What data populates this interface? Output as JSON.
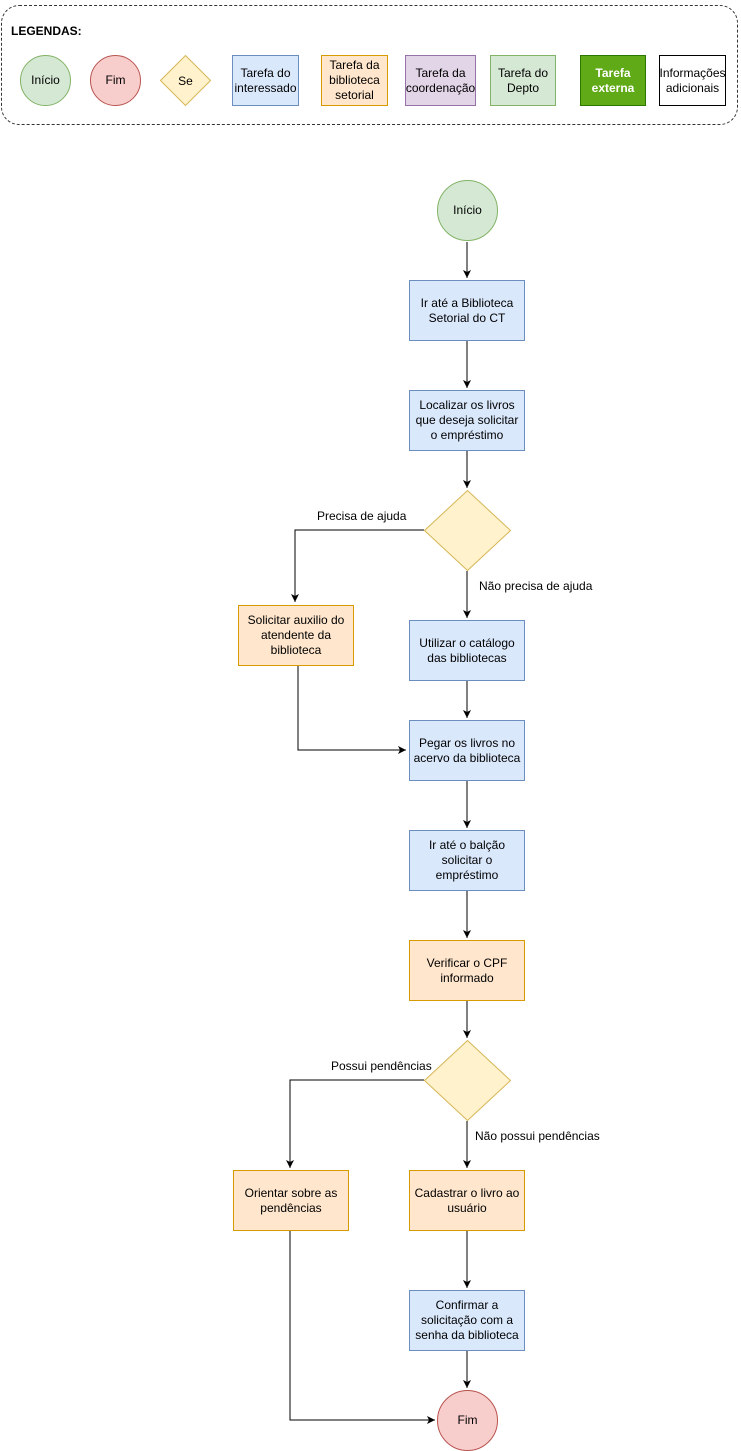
{
  "legend": {
    "title": "LEGENDAS:",
    "items": {
      "inicio": "Início",
      "fim": "Fim",
      "se": "Se",
      "interessado": "Tarefa do interessado",
      "biblioteca": "Tarefa da biblioteca setorial",
      "coordenacao": "Tarefa da coordenação",
      "depto": "Tarefa do Depto",
      "externa": "Tarefa externa",
      "info": "Informações adicionais"
    }
  },
  "flow": {
    "start": "Início",
    "go_library": "Ir até a Biblioteca Setorial do CT",
    "locate_books": "Localizar os livros que deseja solicitar o empréstimo",
    "ask_help": "Solicitar auxilio do atendente da biblioteca",
    "use_catalog": "Utilizar o catálogo das bibliotecas",
    "get_books": "Pegar os livros no acervo da biblioteca",
    "go_counter": "Ir até o balção solicitar o empréstimo",
    "verify_cpf": "Verificar o CPF informado",
    "guide_pending": "Orientar sobre as pendências",
    "register_book": "Cadastrar o livro ao usuário",
    "confirm": "Confirmar a solicitação com a senha da biblioteca",
    "end": "Fim"
  },
  "edge_labels": {
    "needs_help": "Precisa de ajuda",
    "no_help": "Não precisa de ajuda",
    "has_pending": "Possui pendências",
    "no_pending": "Não possui pendências"
  },
  "colors": {
    "interessado": "#dae8fc",
    "biblioteca": "#ffe6cc",
    "coordenacao": "#e1d5e7",
    "depto": "#d5e8d4",
    "externa": "#60a917",
    "decision": "#fff2cc",
    "fim": "#f8cecc"
  }
}
